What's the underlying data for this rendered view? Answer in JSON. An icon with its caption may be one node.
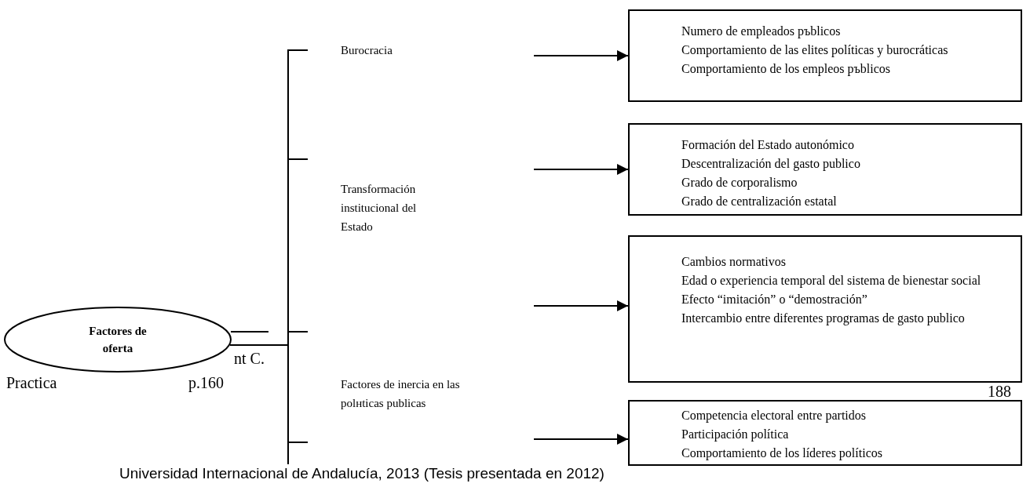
{
  "diagram": {
    "nodes": [
      {
        "text": [
          "Factores de oferta"
        ]
      },
      {
        "text": [
          "Burocracia"
        ]
      },
      {
        "text": [
          "Transformación institucional del Estado"
        ]
      },
      {
        "text": [
          "Factores de inercia en las polнticas publicas"
        ]
      },
      {
        "text": [
          "Numero de empleados pъblicos",
          "Comportamiento de las elites políticas y burocráticas",
          "Comportamiento de los empleos pъblicos"
        ]
      },
      {
        "text": [
          "Formación del Estado autonómico",
          "Descentralización del gasto publico",
          "Grado de corporalismo",
          "Grado de centralización estatal"
        ]
      },
      {
        "text": [
          "Cambios normativos",
          "Edad o experiencia temporal del sistema de bienestar social",
          "Efecto “imitación” o “demostración”",
          "Intercambio entre diferentes programas de gasto publico"
        ]
      },
      {
        "text": [
          "Competencia electoral entre partidos",
          "Participación política",
          "Comportamiento de los líderes políticos"
        ]
      }
    ],
    "edges": [
      {
        "from": 0,
        "to": 1,
        "arrow": "none"
      },
      {
        "from": 0,
        "to": 2,
        "arrow": "none"
      },
      {
        "from": 0,
        "to": 3,
        "arrow": "none"
      },
      {
        "from": null,
        "to": 4,
        "arrow": "to"
      },
      {
        "from": null,
        "to": 5,
        "arrow": "to"
      },
      {
        "from": null,
        "to": 6,
        "arrow": "to"
      },
      {
        "from": null,
        "to": 7,
        "arrow": "to"
      }
    ],
    "labels": [
      "nt C.",
      "Practica",
      "p.160",
      "188",
      "Universidad Internacional de Andalucía, 2013 (Tesis presentada en 2012)"
    ]
  }
}
